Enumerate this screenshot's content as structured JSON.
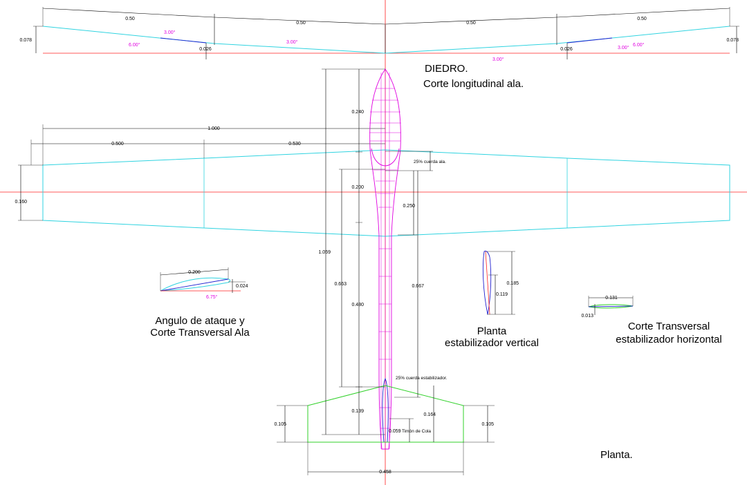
{
  "captions": {
    "diedro_title": "DIEDRO.",
    "diedro_sub": "Corte longitudinal ala.",
    "aoa_line1": "Angulo de ataque y",
    "aoa_line2": "Corte Transversal Ala",
    "vstab_line1": "Planta",
    "vstab_line2": "estabilizador vertical",
    "hstab_line1": "Corte Transversal",
    "hstab_line2": "estabilizador horizontal",
    "planta": "Planta."
  },
  "dihedral": {
    "span_left_outer": "0.50",
    "span_left_inner": "0.50",
    "span_right_inner": "0.50",
    "span_right_outer": "0.50",
    "height_left": "0.078",
    "height_right": "0.078",
    "mid_left": "0.026",
    "mid_right": "0.026",
    "angle_3_left": "3.00°",
    "angle_6_left": "6.00°",
    "angle_3_center": "3.00°",
    "angle_3_right": "3.00°",
    "angle_6_right": "6.00°",
    "angle_3_bottom": "3.00°"
  },
  "plan": {
    "span_half": "1.000",
    "span_inner": "0.500",
    "span_root": "0.530",
    "root_chord": "0.160",
    "nose_len": "0.240",
    "gap": "0.200",
    "wing_to_tail": "0.480",
    "tail_len": "0.139",
    "total_len": "1.059",
    "len_663": "0.663",
    "len_667": "0.667",
    "quarter_chord_dist": "0.250",
    "stab_height": "0.164",
    "stab_chord_left": "0.105",
    "stab_chord_right": "0.105",
    "stab_span": "0.458",
    "rudder": "0.059",
    "note_wing": "25% cuerda ala.",
    "note_stab": "25% cuerda estabilizador.",
    "note_rudder": "Timón de Cola"
  },
  "airfoil_wing": {
    "chord": "0.200",
    "thickness": "0.024",
    "angle": "6.75°"
  },
  "vstab": {
    "height": "0.185",
    "chord": "0.119"
  },
  "airfoil_hstab": {
    "chord": "0.131",
    "thickness": "0.013"
  },
  "colors": {
    "wing": "#2fd3e0",
    "fuselage": "#e000e0",
    "stabilizer": "#31d12a",
    "reference": "#ff2020",
    "airfoil": "#2020d0"
  }
}
